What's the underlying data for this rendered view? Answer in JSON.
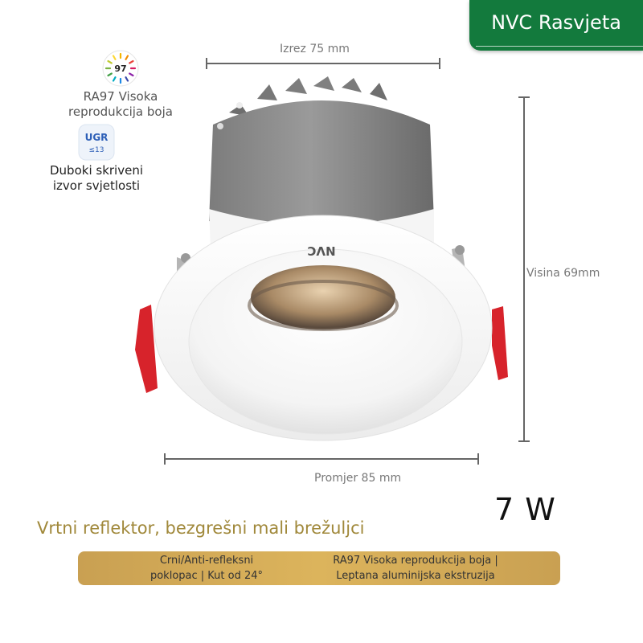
{
  "brand": {
    "label": "NVC Rasvjeta"
  },
  "features": [
    {
      "badge_text": "97",
      "label_line1": "RA97 Visoka",
      "label_line2": "reprodukcija boja"
    },
    {
      "badge_text_top": "UGR",
      "badge_text_bottom": "≤13",
      "label_line1": "Duboki skriveni",
      "label_line2": "izvor svjetlosti"
    }
  ],
  "product": {
    "logo_text": "NVC"
  },
  "dimensions": {
    "cutout": "Izrez 75 mm",
    "height": "Visina 69mm",
    "diameter": "Promjer 85 mm"
  },
  "power": "7 W",
  "tagline": "Vrtni reflektor, bezgrešni mali brežuljci",
  "specs": {
    "left_line1": "Crni/Anti-refleksni",
    "left_line2": "poklopac | Kut od 24°",
    "right_line1": "RA97 Visoka reprodukcija boja |",
    "right_line2": "Leptana aluminijska ekstruzija"
  },
  "colors": {
    "brand_green": "#137a3d",
    "gold": "#d4aa55",
    "tagline": "#a0883a",
    "clip_red": "#d7232b"
  }
}
